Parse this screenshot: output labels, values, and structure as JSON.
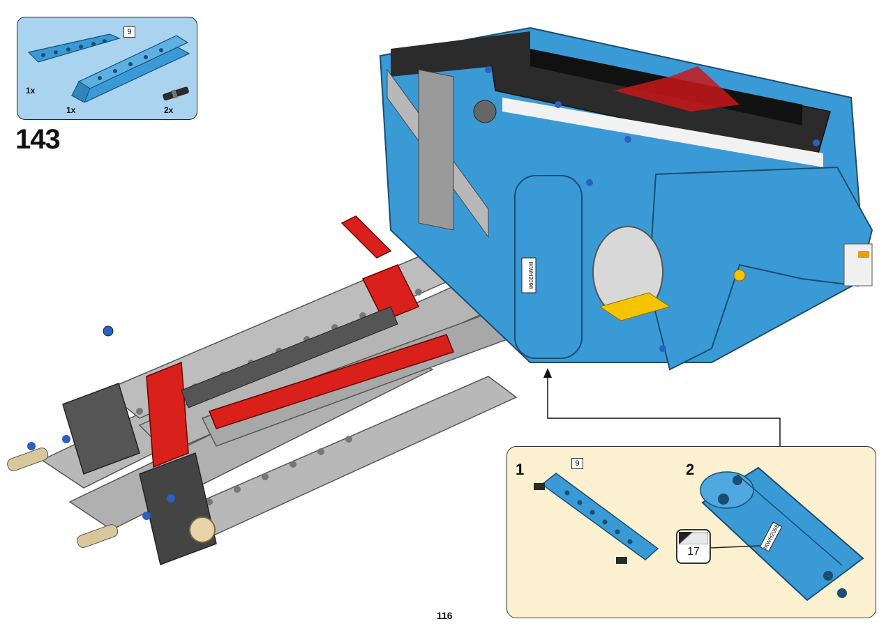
{
  "parts_list": {
    "items": [
      {
        "qty": "1x",
        "icon": "blue-beam-7-icon"
      },
      {
        "qty": "1x",
        "icon": "blue-panel-beam-icon",
        "length_badge": "9"
      },
      {
        "qty": "2x",
        "icon": "black-pin-connector-icon"
      }
    ]
  },
  "step": {
    "number": "143"
  },
  "callout": {
    "substeps": [
      {
        "number": "1",
        "length_badge": "9"
      },
      {
        "number": "2",
        "sticker_number": "17",
        "sticker_text": "IKWH2098"
      }
    ]
  },
  "page": {
    "number": "116"
  },
  "colors": {
    "parts_bg": "#a9d3ee",
    "callout_bg": "#fbf0cf",
    "lego_blue": "#3a9ad6",
    "lego_gray": "#b8b8b8",
    "lego_red": "#d9201a",
    "lego_black": "#2b2b2b"
  }
}
